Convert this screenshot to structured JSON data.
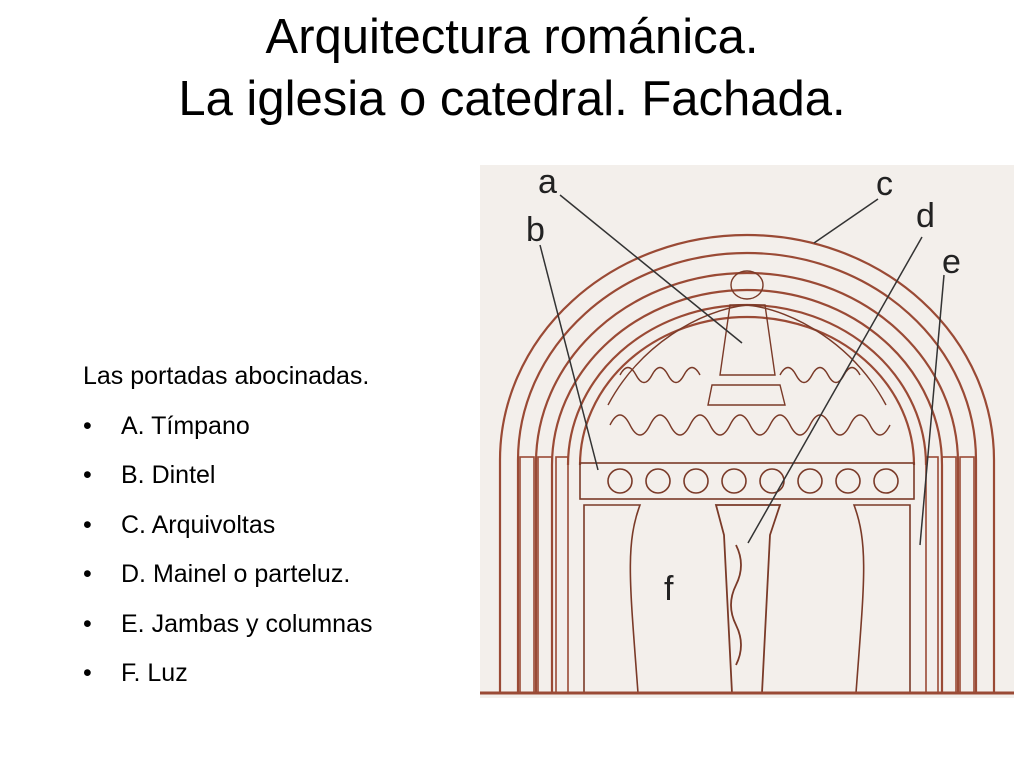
{
  "slide": {
    "title_line1": "Arquitectura románica.",
    "title_line2": "La iglesia o catedral. Fachada.",
    "intro": "Las portadas abocinadas.",
    "bullet_glyph": "•",
    "items": [
      "A. Tímpano",
      "B. Dintel",
      "C. Arquivoltas",
      "D. Mainel o parteluz.",
      "E. Jambas y columnas",
      "F. Luz"
    ]
  },
  "figure": {
    "labels": {
      "a": "a",
      "b": "b",
      "c": "c",
      "d": "d",
      "e": "e",
      "f": "f"
    },
    "line_color": "#9a4a35",
    "background": "#f3efeb"
  }
}
